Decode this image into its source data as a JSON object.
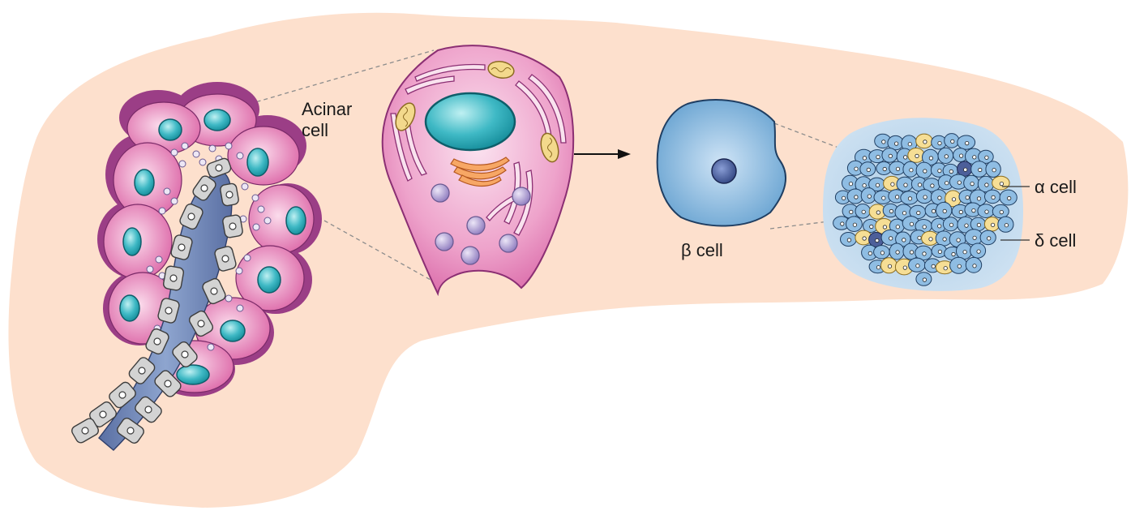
{
  "labels": {
    "acinar_line1": "Acinar",
    "acinar_line2": "cell",
    "beta": "β cell",
    "alpha": "α cell",
    "delta": "δ cell"
  },
  "colors": {
    "background_tissue": "#fde0cd",
    "acinar_pink": "#e27fb6",
    "acinar_light": "#f7d3e8",
    "nucleus_teal": "#3ab6c2",
    "beta_blue": "#7fb3db",
    "alpha_yellow": "#f5dc8f",
    "delta_navy": "#4f5f98",
    "duct_blue": "#6c85b4",
    "duct_cell_grey": "#c9c9c9",
    "granule_lavender": "#b7a6d6",
    "golgi_orange": "#f59e5a"
  }
}
